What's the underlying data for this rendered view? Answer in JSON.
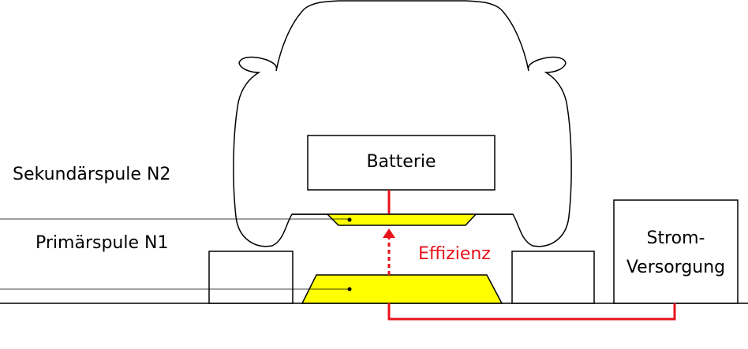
{
  "labels": {
    "secondary_coil": "Sekundärspule N2",
    "primary_coil": "Primärspule N1",
    "battery": "Batterie",
    "efficiency": "Effizienz",
    "power_supply_line1": "Strom-",
    "power_supply_line2": "Versorgung"
  },
  "colors": {
    "coil": "#ffff00",
    "wire": "#e8121c",
    "outline": "#000000"
  }
}
